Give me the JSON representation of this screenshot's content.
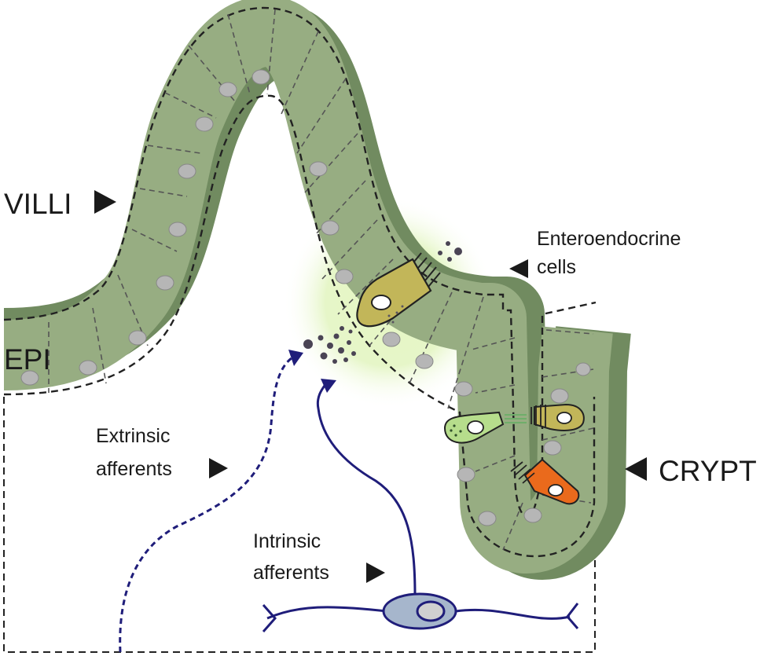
{
  "labels": {
    "villi": "VILLI",
    "epi": "EPI",
    "crypt": "CRYPT",
    "enteroendocrine_line1": "Enteroendocrine",
    "enteroendocrine_line2": "cells",
    "extrinsic_line1": "Extrinsic",
    "extrinsic_line2": "afferents",
    "intrinsic_line1": "Intrinsic",
    "intrinsic_line2": "afferents"
  },
  "icons": {
    "arrow_right": "triangle-right-icon",
    "arrow_left": "triangle-left-icon"
  },
  "colors": {
    "epithelium": "#95ab80",
    "epithelium_shadow": "#6f8a5e",
    "nucleus": "#b4b4b4",
    "neuron": "#1f1d7a",
    "neuron_body": "#a8b8cc",
    "eec_olive": "#c0b457",
    "eec_green": "#b4dc8a",
    "eec_orange": "#ea6a1c",
    "glow": "#d8f0b4"
  }
}
